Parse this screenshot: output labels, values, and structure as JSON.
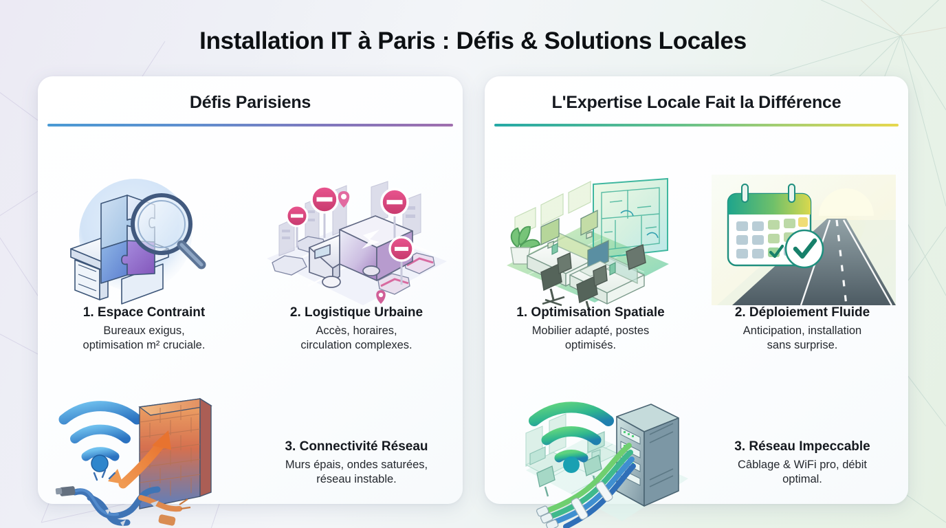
{
  "header": {
    "title": "Installation IT à Paris : Défis & Solutions Locales"
  },
  "panels": [
    {
      "id": "defis",
      "title": "Défis Parisiens",
      "accent_from": "#4a9ad4",
      "accent_to": "#a06fae",
      "items": [
        {
          "number": "1.",
          "title": "1. Espace Contraint",
          "body_line1": "Bureaux exigus,",
          "body_line2": "optimisation m² cruciale.",
          "icon": "desk-puzzle-magnifier-icon"
        },
        {
          "number": "2.",
          "title": "2. Logistique Urbaine",
          "body_line1": "Accès, horaires,",
          "body_line2": "circulation complexes.",
          "icon": "delivery-truck-city-restrictions-icon"
        },
        {
          "number": "3.",
          "title": "3. Connectivité Réseau",
          "body_line1": "Murs épais, ondes saturées,",
          "body_line2": "réseau instable.",
          "icon": "wifi-brick-wall-tangled-cables-icon"
        }
      ]
    },
    {
      "id": "expertise",
      "title": "L'Expertise Locale Fait la Différence",
      "accent_from": "#25a9a6",
      "accent_to": "#e7d84e",
      "items": [
        {
          "number": "1.",
          "title": "1. Optimisation Spatiale",
          "body_line1": "Mobilier adapté, postes",
          "body_line2": "optimisés.",
          "icon": "isometric-office-floorplan-icon"
        },
        {
          "number": "2.",
          "title": "2. Déploiement Fluide",
          "body_line1": "Anticipation, installation",
          "body_line2": "sans surprise.",
          "icon": "calendar-check-open-road-icon"
        },
        {
          "number": "3.",
          "title": "3. Réseau Impeccable",
          "body_line1": "Câblage & WiFi pro, débit",
          "body_line2": "optimal.",
          "icon": "server-rack-cables-wifi-icon"
        }
      ]
    }
  ]
}
